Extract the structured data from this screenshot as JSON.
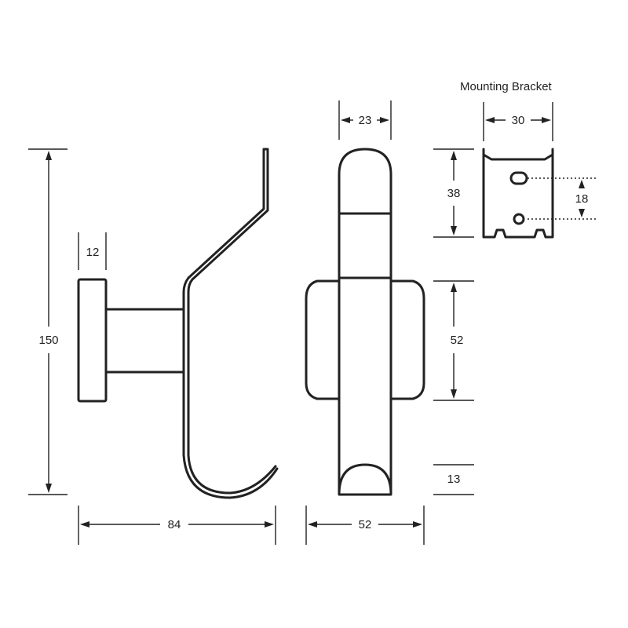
{
  "title": "Mounting Bracket",
  "dimensions": {
    "height_total": "150",
    "base_thickness": "12",
    "depth": "84",
    "top_width": "23",
    "width": "52",
    "plate_height": "52",
    "tip_height": "13",
    "bracket_width": "30",
    "bracket_height": "38",
    "hole_spacing": "18"
  },
  "colors": {
    "line": "#222222",
    "background": "#ffffff"
  }
}
